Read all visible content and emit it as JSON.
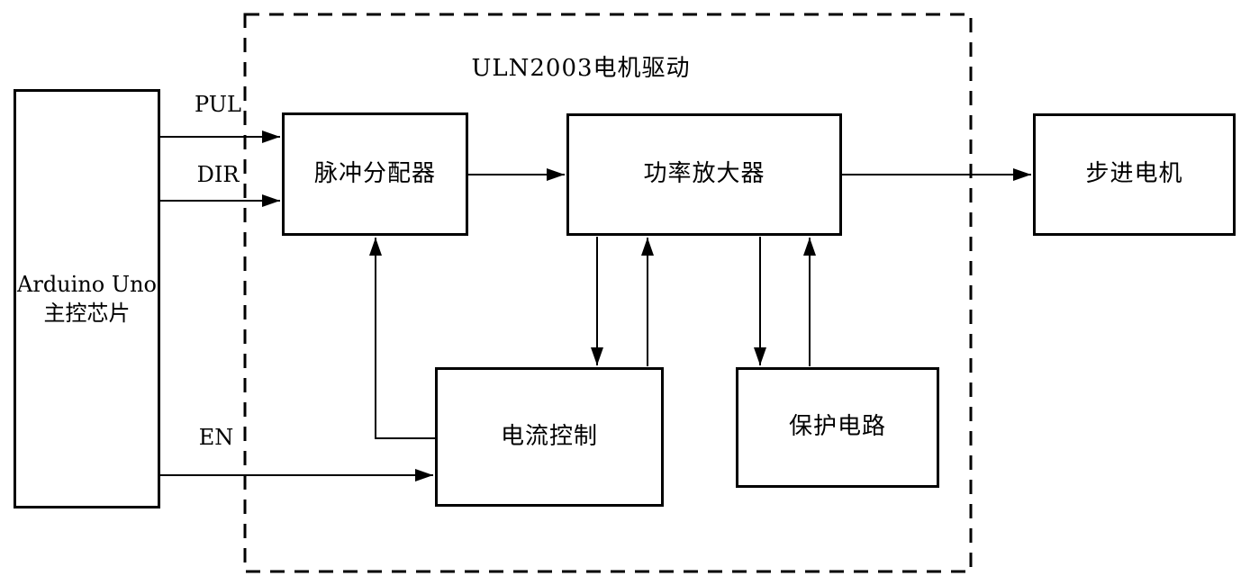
{
  "diagram": {
    "title": "ULN2003电机驱动",
    "nodes": {
      "arduino": {
        "line1": "Arduino Uno",
        "line2": "主控芯片"
      },
      "pulse_distributor": {
        "label": "脉冲分配器"
      },
      "power_amplifier": {
        "label": "功率放大器"
      },
      "current_control": {
        "label": "电流控制"
      },
      "protection_circuit": {
        "label": "保护电路"
      },
      "stepper_motor": {
        "label": "步进电机"
      }
    },
    "signals": {
      "pul": "PUL",
      "dir": "DIR",
      "en": "EN"
    },
    "connections": [
      {
        "from": "arduino",
        "to": "pulse_distributor",
        "signal": "PUL"
      },
      {
        "from": "arduino",
        "to": "pulse_distributor",
        "signal": "DIR"
      },
      {
        "from": "arduino",
        "to": "current_control",
        "signal": "EN"
      },
      {
        "from": "pulse_distributor",
        "to": "power_amplifier"
      },
      {
        "from": "power_amplifier",
        "to": "stepper_motor"
      },
      {
        "from": "power_amplifier",
        "to": "current_control"
      },
      {
        "from": "current_control",
        "to": "power_amplifier"
      },
      {
        "from": "current_control",
        "to": "pulse_distributor"
      },
      {
        "from": "power_amplifier",
        "to": "protection_circuit"
      },
      {
        "from": "protection_circuit",
        "to": "power_amplifier"
      }
    ],
    "colors": {
      "line": "#000000",
      "background": "#ffffff"
    }
  }
}
